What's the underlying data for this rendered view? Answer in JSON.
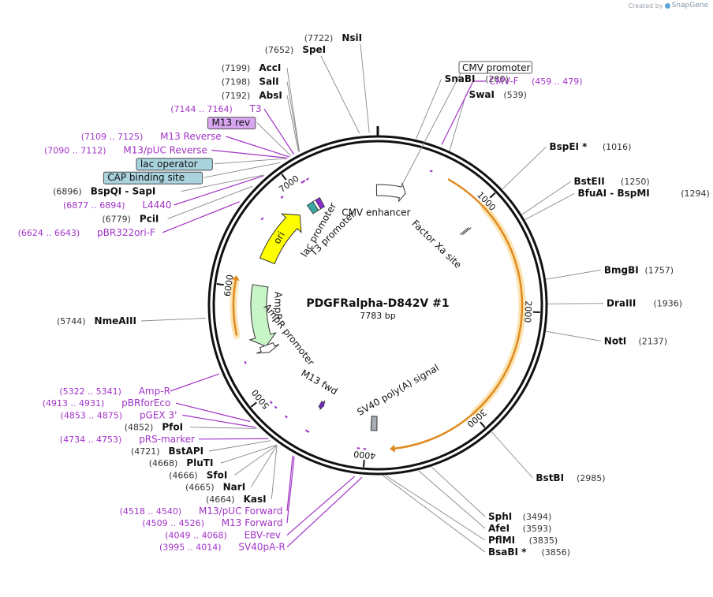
{
  "credit": {
    "created_by": "Created by",
    "brand": "SnapGene"
  },
  "plasmid": {
    "name": "PDGFRalpha-D842V #1",
    "size_label": "7783 bp",
    "length": 7783
  },
  "colors": {
    "backbone": "#111111",
    "site_text": "#111111",
    "pos_text": "#333333",
    "primer": "#a233c7",
    "cmv_fill": "#ffffff",
    "ori_fill": "#ffff00",
    "ampr_fill": "#c8f5c8",
    "orange_bar": "#e08a1e",
    "orange_glow": "#fbe4b4",
    "m13rev_fill": "#d8a6f0",
    "lac_fill": "#a9d3dd",
    "cap_fill": "#a9d3dd",
    "guide": "#888888"
  },
  "ticks": [
    {
      "bp": 1000,
      "label": "1000"
    },
    {
      "bp": 2000,
      "label": "2000"
    },
    {
      "bp": 3000,
      "label": "3000"
    },
    {
      "bp": 4000,
      "label": "4000"
    },
    {
      "bp": 5000,
      "label": "5000"
    },
    {
      "bp": 6000,
      "label": "6000"
    },
    {
      "bp": 7000,
      "label": "7000"
    }
  ],
  "right_sites": [
    {
      "name": "SnaBI",
      "pos": "(280)",
      "bp": 280
    },
    {
      "name": "SwaI",
      "pos": "(539)",
      "bp": 539
    },
    {
      "name": "BspEI *",
      "pos": "(1016)",
      "bp": 1016
    },
    {
      "name": "BstEII",
      "pos": "(1250)",
      "bp": 1250
    },
    {
      "name": "BfuAI  -  BspMI",
      "pos": "(1294)",
      "bp": 1294
    },
    {
      "name": "BmgBI",
      "pos": "(1757)",
      "bp": 1757
    },
    {
      "name": "DraIII",
      "pos": "(1936)",
      "bp": 1936
    },
    {
      "name": "NotI",
      "pos": "(2137)",
      "bp": 2137
    },
    {
      "name": "BstBI",
      "pos": "(2985)",
      "bp": 2985
    },
    {
      "name": "SphI",
      "pos": "(3494)",
      "bp": 3494
    },
    {
      "name": "AfeI",
      "pos": "(3593)",
      "bp": 3593
    },
    {
      "name": "PflMI",
      "pos": "(3835)",
      "bp": 3835
    },
    {
      "name": "BsaBI *",
      "pos": "(3856)",
      "bp": 3856
    }
  ],
  "left_sites": [
    {
      "name": "NsiI",
      "pos": "(7722)",
      "bp": 7722
    },
    {
      "name": "SpeI",
      "pos": "(7652)",
      "bp": 7652
    },
    {
      "name": "AccI",
      "pos": "(7199)",
      "bp": 7199
    },
    {
      "name": "SalI",
      "pos": "(7198)",
      "bp": 7198
    },
    {
      "name": "AbsI",
      "pos": "(7192)",
      "bp": 7192
    },
    {
      "name": "BspQI  -  SapI",
      "pos": "(6896)",
      "bp": 6896
    },
    {
      "name": "PciI",
      "pos": "(6779)",
      "bp": 6779
    },
    {
      "name": "NmeAIII",
      "pos": "(5744)",
      "bp": 5744
    },
    {
      "name": "PfoI",
      "pos": "(4852)",
      "bp": 4852
    },
    {
      "name": "BstAPI",
      "pos": "(4721)",
      "bp": 4721
    },
    {
      "name": "PluTI",
      "pos": "(4668)",
      "bp": 4668
    },
    {
      "name": "SfoI",
      "pos": "(4666)",
      "bp": 4666
    },
    {
      "name": "NarI",
      "pos": "(4665)",
      "bp": 4665
    },
    {
      "name": "KasI",
      "pos": "(4664)",
      "bp": 4664
    }
  ],
  "primers": [
    {
      "name": "CMV-F",
      "range": "(459 .. 479)",
      "bp": 469,
      "side": "right"
    },
    {
      "name": "T3",
      "range": "(7144 .. 7164)",
      "bp": 7154,
      "side": "left"
    },
    {
      "name": "M13 Reverse",
      "range": "(7109 .. 7125)",
      "bp": 7117,
      "side": "left"
    },
    {
      "name": "M13/pUC Reverse",
      "range": "(7090 .. 7112)",
      "bp": 7101,
      "side": "left"
    },
    {
      "name": "L4440",
      "range": "(6877 .. 6894)",
      "bp": 6885,
      "side": "left"
    },
    {
      "name": "pBR322ori-F",
      "range": "(6624 .. 6643)",
      "bp": 6633,
      "side": "left"
    },
    {
      "name": "Amp-R",
      "range": "(5322 .. 5341)",
      "bp": 5331,
      "side": "left"
    },
    {
      "name": "pBRforEco",
      "range": "(4913 .. 4931)",
      "bp": 4922,
      "side": "left"
    },
    {
      "name": "pGEX 3'",
      "range": "(4853 .. 4875)",
      "bp": 4864,
      "side": "left"
    },
    {
      "name": "pRS-marker",
      "range": "(4734 .. 4753)",
      "bp": 4743,
      "side": "left"
    },
    {
      "name": "M13/pUC Forward",
      "range": "(4518 .. 4540)",
      "bp": 4529,
      "side": "left"
    },
    {
      "name": "M13 Forward",
      "range": "(4509 .. 4526)",
      "bp": 4517,
      "side": "left"
    },
    {
      "name": "EBV-rev",
      "range": "(4049 .. 4068)",
      "bp": 4058,
      "side": "left"
    },
    {
      "name": "SV40pA-R",
      "range": "(3995 .. 4014)",
      "bp": 4004,
      "side": "left"
    }
  ],
  "boxed_labels": [
    {
      "name": "CMV promoter",
      "style": "white",
      "bp": 240
    },
    {
      "name": "M13 rev",
      "style": "purple",
      "bp": 7130
    },
    {
      "name": "lac operator",
      "style": "teal",
      "bp": 7095
    },
    {
      "name": "CAP binding site",
      "style": "teal",
      "bp": 7040
    }
  ],
  "features": {
    "cmv_enhancer": "CMV enhancer",
    "factor_xa": "Factor Xa site",
    "lac_promoter": "lac promoter",
    "t3_promoter": "T3 promoter",
    "ori": "ori",
    "ampr": "AmpR",
    "ampr_promoter": "AmpR promoter",
    "m13_fwd": "M13 fwd",
    "sv40": "SV40 poly(A) signal"
  }
}
